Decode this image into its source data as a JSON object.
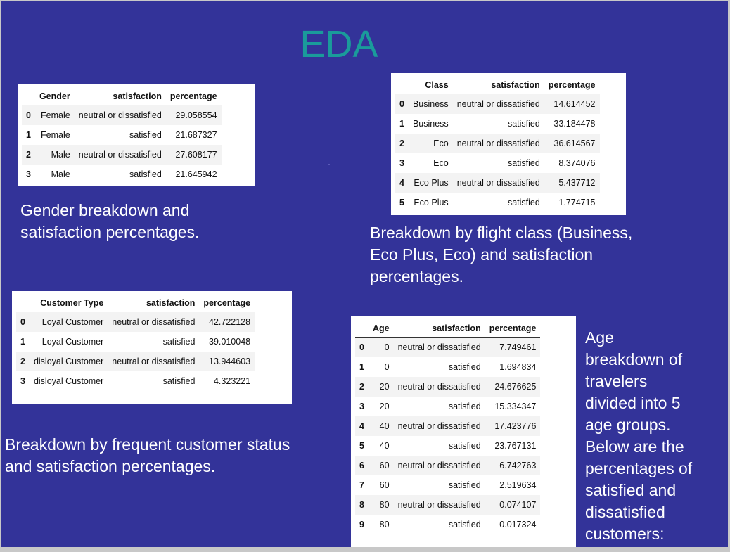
{
  "slide": {
    "title": "EDA"
  },
  "tables": {
    "gender": {
      "columns": [
        "",
        "Gender",
        "satisfaction",
        "percentage"
      ],
      "rows": [
        [
          "0",
          "Female",
          "neutral or dissatisfied",
          "29.058554"
        ],
        [
          "1",
          "Female",
          "satisfied",
          "21.687327"
        ],
        [
          "2",
          "Male",
          "neutral or dissatisfied",
          "27.608177"
        ],
        [
          "3",
          "Male",
          "satisfied",
          "21.645942"
        ]
      ]
    },
    "class": {
      "columns": [
        "",
        "Class",
        "satisfaction",
        "percentage"
      ],
      "rows": [
        [
          "0",
          "Business",
          "neutral or dissatisfied",
          "14.614452"
        ],
        [
          "1",
          "Business",
          "satisfied",
          "33.184478"
        ],
        [
          "2",
          "Eco",
          "neutral or dissatisfied",
          "36.614567"
        ],
        [
          "3",
          "Eco",
          "satisfied",
          "8.374076"
        ],
        [
          "4",
          "Eco Plus",
          "neutral or dissatisfied",
          "5.437712"
        ],
        [
          "5",
          "Eco Plus",
          "satisfied",
          "1.774715"
        ]
      ]
    },
    "customer_type": {
      "columns": [
        "",
        "Customer Type",
        "satisfaction",
        "percentage"
      ],
      "rows": [
        [
          "0",
          "Loyal Customer",
          "neutral or dissatisfied",
          "42.722128"
        ],
        [
          "1",
          "Loyal Customer",
          "satisfied",
          "39.010048"
        ],
        [
          "2",
          "disloyal Customer",
          "neutral or dissatisfied",
          "13.944603"
        ],
        [
          "3",
          "disloyal Customer",
          "satisfied",
          "4.323221"
        ]
      ]
    },
    "age": {
      "columns": [
        "",
        "Age",
        "satisfaction",
        "percentage"
      ],
      "rows": [
        [
          "0",
          "0",
          "neutral or dissatisfied",
          "7.749461"
        ],
        [
          "1",
          "0",
          "satisfied",
          "1.694834"
        ],
        [
          "2",
          "20",
          "neutral or dissatisfied",
          "24.676625"
        ],
        [
          "3",
          "20",
          "satisfied",
          "15.334347"
        ],
        [
          "4",
          "40",
          "neutral or dissatisfied",
          "17.423776"
        ],
        [
          "5",
          "40",
          "satisfied",
          "23.767131"
        ],
        [
          "6",
          "60",
          "neutral or dissatisfied",
          "6.742763"
        ],
        [
          "7",
          "60",
          "satisfied",
          "2.519634"
        ],
        [
          "8",
          "80",
          "neutral or dissatisfied",
          "0.074107"
        ],
        [
          "9",
          "80",
          "satisfied",
          "0.017324"
        ]
      ]
    }
  },
  "captions": {
    "gender": [
      "Gender breakdown and",
      "satisfaction percentages."
    ],
    "class": [
      "Breakdown by flight class (Business,",
      "Eco Plus, Eco) and satisfaction",
      "percentages."
    ],
    "customer_type": [
      "Breakdown by frequent customer status",
      "and satisfaction percentages."
    ],
    "age": [
      "Age",
      "breakdown of",
      "travelers",
      "divided into 5",
      "age groups.",
      "Below are the",
      "percentages of",
      "satisfied and",
      "dissatisfied",
      "customers:"
    ]
  },
  "colors": {
    "background": "#333399",
    "title": "#1a9b9b",
    "caption": "#ffffff"
  }
}
